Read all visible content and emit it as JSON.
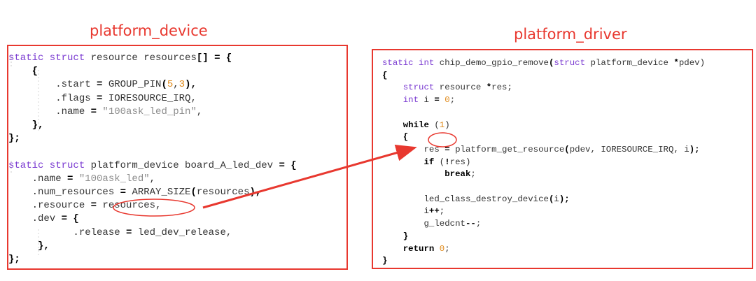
{
  "titles": {
    "left": "platform_device",
    "right": "platform_driver"
  },
  "left_code": [
    [
      {
        "t": "static struct",
        "c": "kw"
      },
      {
        "t": " resource resources",
        "c": "plain"
      },
      {
        "t": "[] = {",
        "c": "b"
      }
    ],
    [
      {
        "t": "    {",
        "c": "b"
      }
    ],
    [
      {
        "t": "        .start ",
        "c": "plain"
      },
      {
        "t": "=",
        "c": "b"
      },
      {
        "t": " GROUP_PIN",
        "c": "plain"
      },
      {
        "t": "(",
        "c": "b"
      },
      {
        "t": "5",
        "c": "num"
      },
      {
        "t": ",",
        "c": "plain"
      },
      {
        "t": "3",
        "c": "num"
      },
      {
        "t": "),",
        "c": "b"
      }
    ],
    [
      {
        "t": "        .flags ",
        "c": "plain"
      },
      {
        "t": "=",
        "c": "b"
      },
      {
        "t": " IORESOURCE_IRQ,",
        "c": "plain"
      }
    ],
    [
      {
        "t": "        .name ",
        "c": "plain"
      },
      {
        "t": "=",
        "c": "b"
      },
      {
        "t": " \"100ask_led_pin\"",
        "c": "str"
      },
      {
        "t": ",",
        "c": "plain"
      }
    ],
    [
      {
        "t": "    },",
        "c": "b"
      }
    ],
    [
      {
        "t": "};",
        "c": "b"
      }
    ],
    [
      {
        "t": "",
        "c": "plain"
      }
    ],
    [
      {
        "t": "static struct",
        "c": "kw"
      },
      {
        "t": " platform_device board_A_led_dev ",
        "c": "plain"
      },
      {
        "t": "= {",
        "c": "b"
      }
    ],
    [
      {
        "t": "    .name ",
        "c": "plain"
      },
      {
        "t": "=",
        "c": "b"
      },
      {
        "t": " \"100ask_led\"",
        "c": "str"
      },
      {
        "t": ",",
        "c": "plain"
      }
    ],
    [
      {
        "t": "    .num_resources ",
        "c": "plain"
      },
      {
        "t": "=",
        "c": "b"
      },
      {
        "t": " ARRAY_SIZE",
        "c": "plain"
      },
      {
        "t": "(",
        "c": "b"
      },
      {
        "t": "resources",
        "c": "plain"
      },
      {
        "t": "),",
        "c": "b"
      }
    ],
    [
      {
        "t": "    .resource ",
        "c": "plain"
      },
      {
        "t": "=",
        "c": "b"
      },
      {
        "t": " resources,",
        "c": "plain"
      }
    ],
    [
      {
        "t": "    .dev ",
        "c": "plain"
      },
      {
        "t": "= {",
        "c": "b"
      }
    ],
    [
      {
        "t": "           .release ",
        "c": "plain"
      },
      {
        "t": "=",
        "c": "b"
      },
      {
        "t": " led_dev_release,",
        "c": "plain"
      }
    ],
    [
      {
        "t": "     },",
        "c": "b"
      }
    ],
    [
      {
        "t": "};",
        "c": "b"
      }
    ]
  ],
  "right_code": [
    [
      {
        "t": "static int",
        "c": "kw"
      },
      {
        "t": " chip_demo_gpio_remove",
        "c": "plain"
      },
      {
        "t": "(",
        "c": "b"
      },
      {
        "t": "struct",
        "c": "kw"
      },
      {
        "t": " platform_device ",
        "c": "plain"
      },
      {
        "t": "*",
        "c": "b"
      },
      {
        "t": "pdev)",
        "c": "plain"
      }
    ],
    [
      {
        "t": "{",
        "c": "b"
      }
    ],
    [
      {
        "t": "    struct",
        "c": "kw"
      },
      {
        "t": " resource ",
        "c": "plain"
      },
      {
        "t": "*",
        "c": "b"
      },
      {
        "t": "res;",
        "c": "plain"
      }
    ],
    [
      {
        "t": "    int",
        "c": "kw"
      },
      {
        "t": " i ",
        "c": "plain"
      },
      {
        "t": "=",
        "c": "b"
      },
      {
        "t": " 0",
        "c": "num"
      },
      {
        "t": ";",
        "c": "plain"
      }
    ],
    [
      {
        "t": "",
        "c": "plain"
      }
    ],
    [
      {
        "t": "    while",
        "c": "b"
      },
      {
        "t": " (",
        "c": "plain"
      },
      {
        "t": "1",
        "c": "num"
      },
      {
        "t": ")",
        "c": "plain"
      }
    ],
    [
      {
        "t": "    {",
        "c": "b"
      }
    ],
    [
      {
        "t": "        res ",
        "c": "plain"
      },
      {
        "t": "=",
        "c": "b"
      },
      {
        "t": " platform_get_resource",
        "c": "plain"
      },
      {
        "t": "(",
        "c": "b"
      },
      {
        "t": "pdev, IORESOURCE_IRQ, i",
        "c": "plain"
      },
      {
        "t": ");",
        "c": "b"
      }
    ],
    [
      {
        "t": "        if",
        "c": "b"
      },
      {
        "t": " (",
        "c": "plain"
      },
      {
        "t": "!",
        "c": "b"
      },
      {
        "t": "res)",
        "c": "plain"
      }
    ],
    [
      {
        "t": "            break",
        "c": "b"
      },
      {
        "t": ";",
        "c": "plain"
      }
    ],
    [
      {
        "t": "",
        "c": "plain"
      }
    ],
    [
      {
        "t": "        led_class_destroy_device",
        "c": "plain"
      },
      {
        "t": "(",
        "c": "b"
      },
      {
        "t": "i",
        "c": "plain"
      },
      {
        "t": ");",
        "c": "b"
      }
    ],
    [
      {
        "t": "        i",
        "c": "plain"
      },
      {
        "t": "++",
        "c": "b"
      },
      {
        "t": ";",
        "c": "plain"
      }
    ],
    [
      {
        "t": "        g_ledcnt",
        "c": "plain"
      },
      {
        "t": "--",
        "c": "b"
      },
      {
        "t": ";",
        "c": "plain"
      }
    ],
    [
      {
        "t": "    }",
        "c": "b"
      }
    ],
    [
      {
        "t": "    return",
        "c": "b"
      },
      {
        "t": " 0",
        "c": "num"
      },
      {
        "t": ";",
        "c": "plain"
      }
    ],
    [
      {
        "t": "}",
        "c": "b"
      }
    ]
  ],
  "colors": {
    "accent": "#e8382f",
    "keyword": "#7a3ad1",
    "number": "#e08a1a",
    "string": "#8c8c8c",
    "plain": "#333333"
  }
}
